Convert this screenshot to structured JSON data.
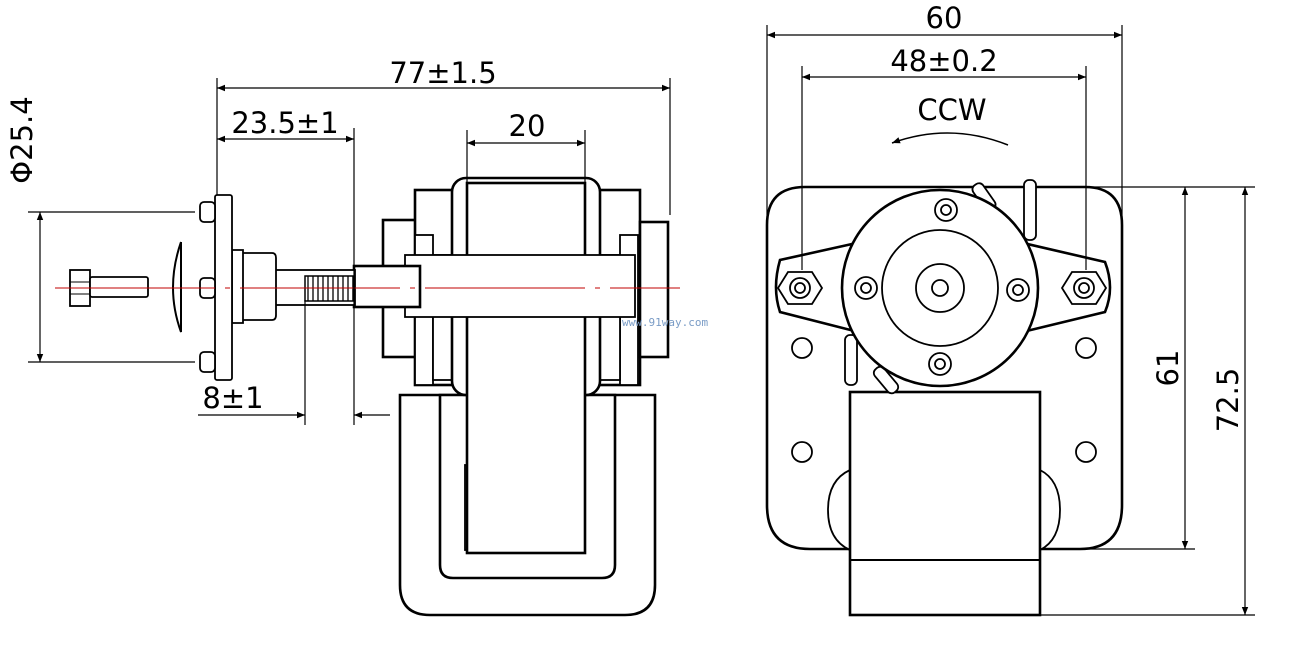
{
  "side_view": {
    "dimensions": {
      "overall_length": "77±1.5",
      "shaft_length": "23.5±1",
      "coil_width": "20",
      "flange_diameter": "Φ25.4",
      "thread_length": "8±1"
    }
  },
  "front_view": {
    "dimensions": {
      "width": "60",
      "hole_spacing": "48±0.2",
      "plate_height": "61",
      "overall_height": "72.5"
    },
    "rotation_label": "CCW"
  },
  "watermark": "www.91way.com",
  "colors": {
    "line": "#000000",
    "centerline": "#c00000",
    "watermark": "#7a9cc6"
  }
}
